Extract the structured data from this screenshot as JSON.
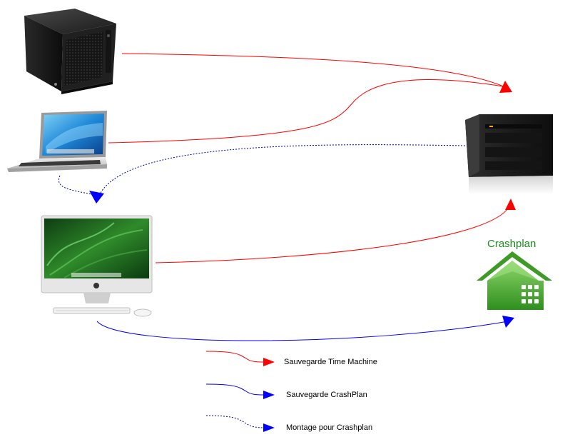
{
  "colors": {
    "time_machine": "#ff0000",
    "crashplan": "#0000ff",
    "mount": "#0000aa",
    "crashplan_label": "#1c8a1c"
  },
  "nodes": {
    "mini_pc": {
      "icon": "mini-pc-icon"
    },
    "laptop": {
      "icon": "laptop-icon"
    },
    "imac": {
      "icon": "imac-icon"
    },
    "nas": {
      "icon": "nas-server-icon"
    },
    "crashplan": {
      "icon": "crashplan-house-icon",
      "label": "Crashplan"
    }
  },
  "legend": {
    "time_machine": "Sauvegarde Time Machine",
    "crashplan": "Sauvegarde CrashPlan",
    "mount": "Montage pour Crashplan"
  }
}
